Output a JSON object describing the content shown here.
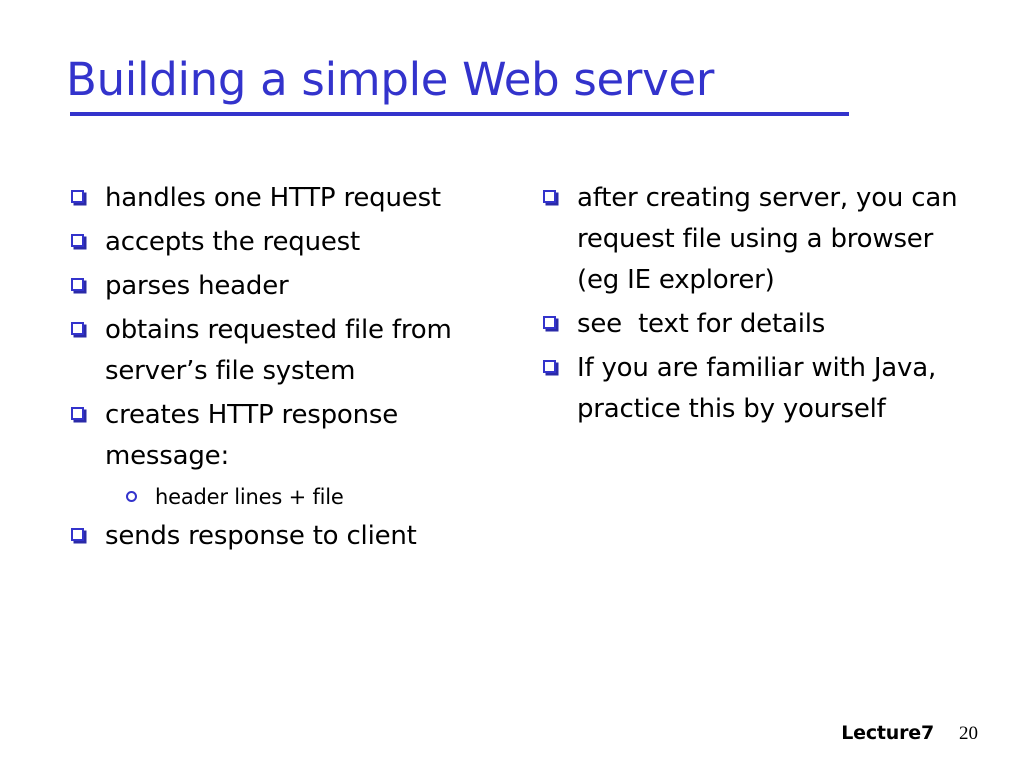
{
  "slide": {
    "title": "Building a simple Web server",
    "accent_color": "#3333CC",
    "text_color": "#000000",
    "background_color": "#FFFFFF"
  },
  "columns": {
    "left": {
      "items": [
        {
          "text": "handles one HTTP request",
          "level": 1,
          "marker": "square-bullet-icon"
        },
        {
          "text": "accepts the request",
          "level": 1,
          "marker": "square-bullet-icon"
        },
        {
          "text": "parses header",
          "level": 1,
          "marker": "square-bullet-icon"
        },
        {
          "text": "obtains requested file from server’s file system",
          "level": 1,
          "marker": "square-bullet-icon"
        },
        {
          "text": "creates HTTP response message:",
          "level": 1,
          "marker": "square-bullet-icon"
        },
        {
          "text": "header lines + file",
          "level": 2,
          "marker": "circle-bullet-icon"
        },
        {
          "text": "sends response to client",
          "level": 1,
          "marker": "square-bullet-icon"
        }
      ]
    },
    "right": {
      "items": [
        {
          "text": "after creating server, you can request file using a browser (eg IE explorer)",
          "level": 1,
          "marker": "square-bullet-icon"
        },
        {
          "text": "see  text for details",
          "level": 1,
          "marker": "square-bullet-icon"
        },
        {
          "text": "If you are familiar with Java, practice this by yourself",
          "level": 1,
          "marker": "square-bullet-icon"
        }
      ]
    }
  },
  "footer": {
    "lecture_label": "Lecture7",
    "page_number": "20"
  }
}
